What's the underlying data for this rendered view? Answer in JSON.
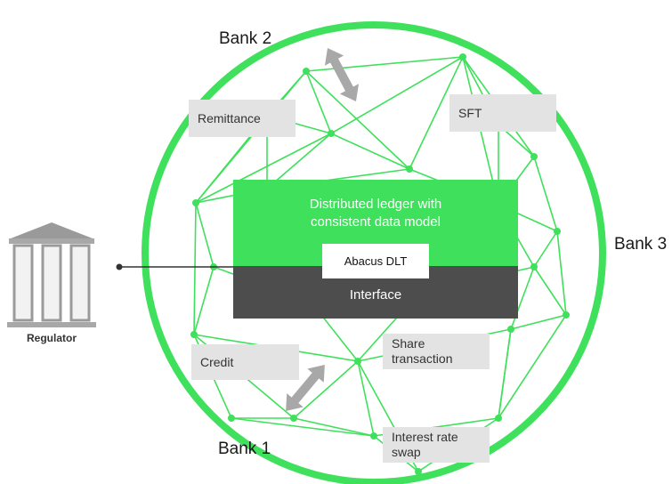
{
  "banks": {
    "bank1": "Bank 1",
    "bank2": "Bank 2",
    "bank3": "Bank 3"
  },
  "boxes": {
    "remittance": "Remittance",
    "sft": "SFT",
    "credit": "Credit",
    "share_transaction": "Share\ntransaction",
    "interest_rate_swap": "Interest rate\nswap"
  },
  "core": {
    "ledger": "Distributed ledger with\nconsistent data model",
    "abacus": "Abacus DLT",
    "interface": "Interface"
  },
  "regulator": {
    "label": "Regulator",
    "icon": "bank-building-icon"
  },
  "colors": {
    "network_green": "#3fe05b",
    "panel_green": "#3fe05b",
    "panel_dark": "#4d4d4d",
    "box_gray": "#e3e3e3",
    "arrow_gray": "#a8a8a8",
    "building_gray": "#9a9a9a"
  }
}
